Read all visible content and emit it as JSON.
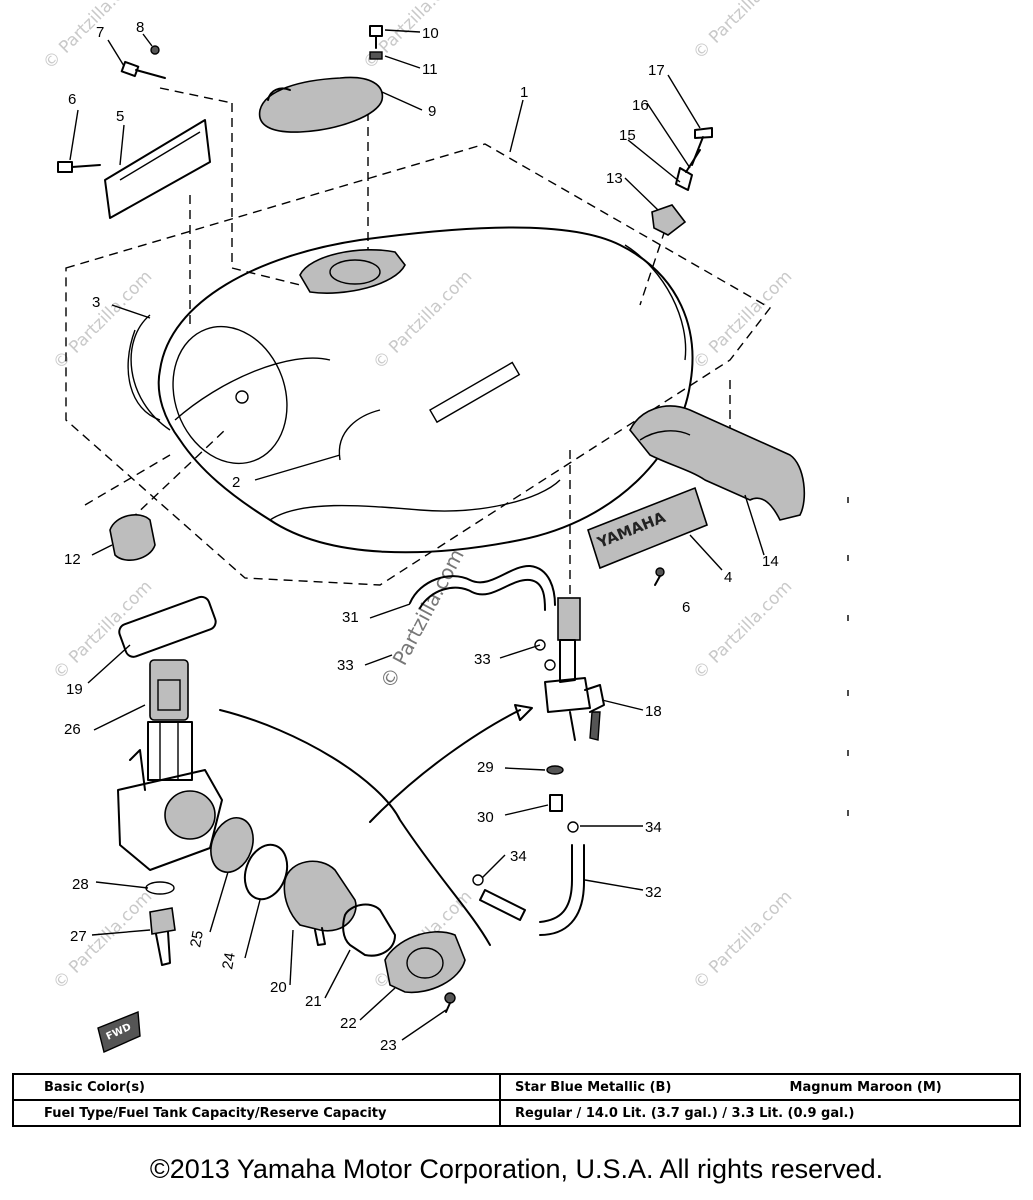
{
  "watermark": "© Partzilla.com",
  "callouts": {
    "c1": "1",
    "c2": "2",
    "c3": "3",
    "c4": "4",
    "c5": "5",
    "c6a": "6",
    "c6b": "6",
    "c7": "7",
    "c8": "8",
    "c9": "9",
    "c10": "10",
    "c11": "11",
    "c12": "12",
    "c13": "13",
    "c14": "14",
    "c15": "15",
    "c16": "16",
    "c17": "17",
    "c18": "18",
    "c19": "19",
    "c20": "20",
    "c21": "21",
    "c22": "22",
    "c23": "23",
    "c24": "24",
    "c25": "25",
    "c26": "26",
    "c27": "27",
    "c28": "28",
    "c29": "29",
    "c30": "30",
    "c31": "31",
    "c32": "32",
    "c33a": "33",
    "c33b": "33",
    "c34a": "34",
    "c34b": "34"
  },
  "labels": {
    "emblem_text": "YAMAHA",
    "fwd_text": "FWD"
  },
  "table": {
    "row1_label": "Basic Color(s)",
    "row1_color_b": "Star Blue Metallic (B)",
    "row1_color_m": "Magnum Maroon (M)",
    "row2_label": "Fuel Type/Fuel Tank Capacity/Reserve Capacity",
    "row2_value": "Regular / 14.0 Lit. (3.7 gal.) / 3.3 Lit. (0.9 gal.)"
  },
  "copyright": "©2013 Yamaha Motor Corporation, U.S.A. All rights reserved."
}
